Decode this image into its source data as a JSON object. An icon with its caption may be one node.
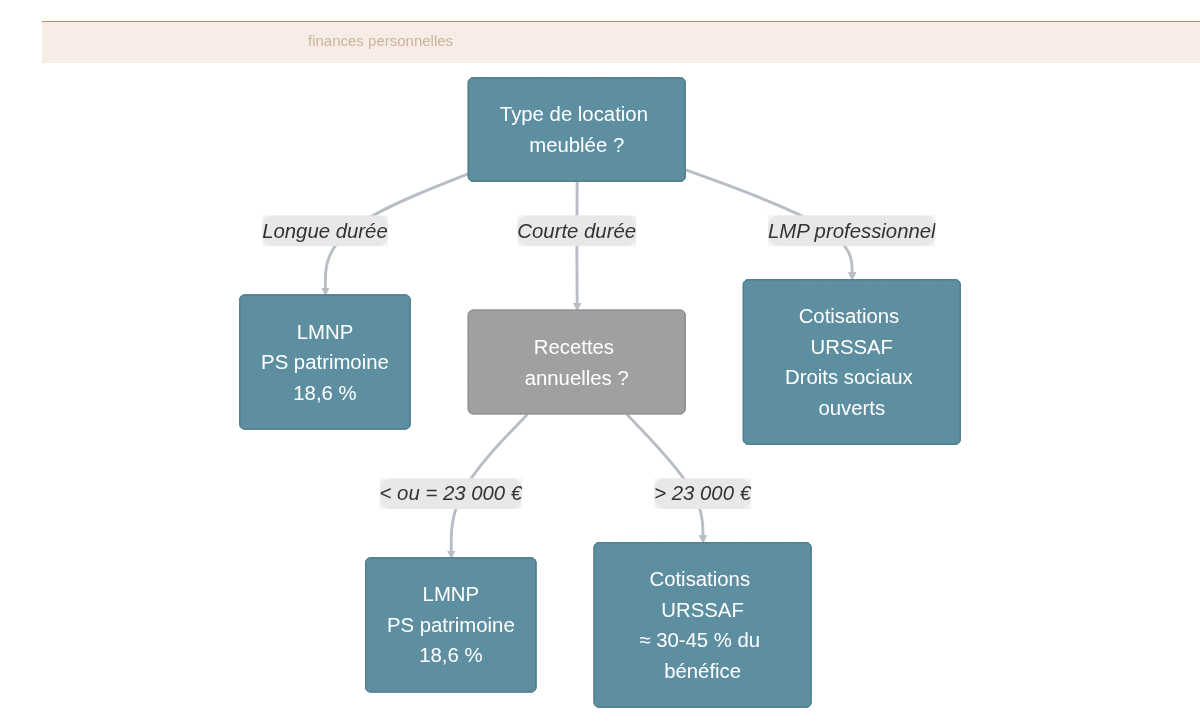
{
  "diagram": {
    "nodes": [
      {
        "text": [
          "Type de location meublée ?"
        ]
      },
      {
        "text": [
          "LMNP",
          "PS patrimoine",
          "18,6 %"
        ]
      },
      {
        "text": [
          "Recettes annuelles ?"
        ]
      },
      {
        "text": [
          "Cotisations URSSAF",
          "Droits sociaux ouverts"
        ]
      },
      {
        "text": [
          "LMNP",
          "PS patrimoine",
          "18,6 %"
        ]
      },
      {
        "text": [
          "Cotisations URSSAF",
          "≈ 30-45 % du bénéfice"
        ]
      }
    ],
    "edges": [
      {
        "from": 0,
        "to": 1,
        "arrow": "to",
        "label": "Longue durée"
      },
      {
        "from": 0,
        "to": 2,
        "arrow": "to",
        "label": "Courte durée"
      },
      {
        "from": 0,
        "to": 3,
        "arrow": "to",
        "label": "LMP professionnel"
      },
      {
        "from": 2,
        "to": 4,
        "arrow": "to",
        "label": "< ou = 23 000 €"
      },
      {
        "from": 2,
        "to": 5,
        "arrow": "to",
        "label": "> 23 000 €"
      }
    ],
    "labels": [
      "finances personnelles"
    ]
  }
}
